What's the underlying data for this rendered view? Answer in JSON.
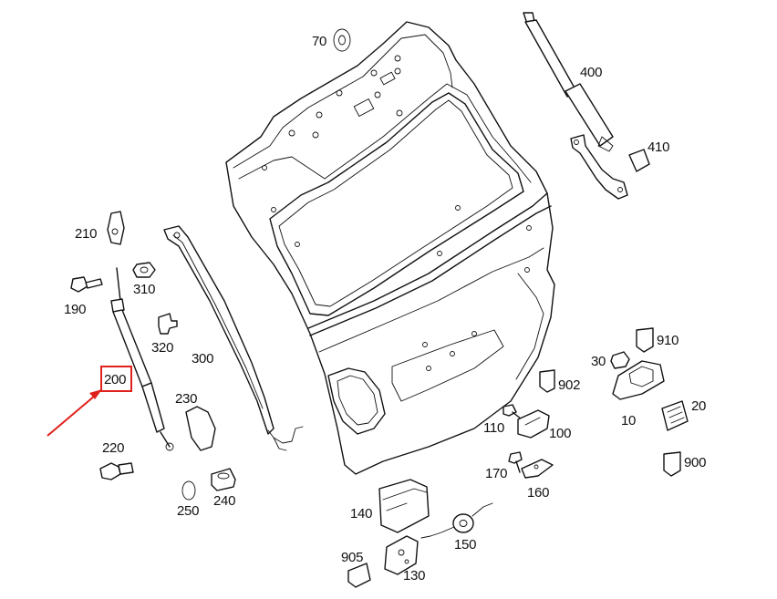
{
  "diagram": {
    "highlight": {
      "part": "200",
      "color": "#e0201b"
    },
    "labels": {
      "p70": "70",
      "p400": "400",
      "p410": "410",
      "p210": "210",
      "p310": "310",
      "p190": "190",
      "p320": "320",
      "p300": "300",
      "p200": "200",
      "p230": "230",
      "p220": "220",
      "p250": "250",
      "p240": "240",
      "p910": "910",
      "p30": "30",
      "p902": "902",
      "p110": "110",
      "p100": "100",
      "p10": "10",
      "p20": "20",
      "p900": "900",
      "p170": "170",
      "p160": "160",
      "p140": "140",
      "p150": "150",
      "p905": "905",
      "p130": "130"
    }
  }
}
